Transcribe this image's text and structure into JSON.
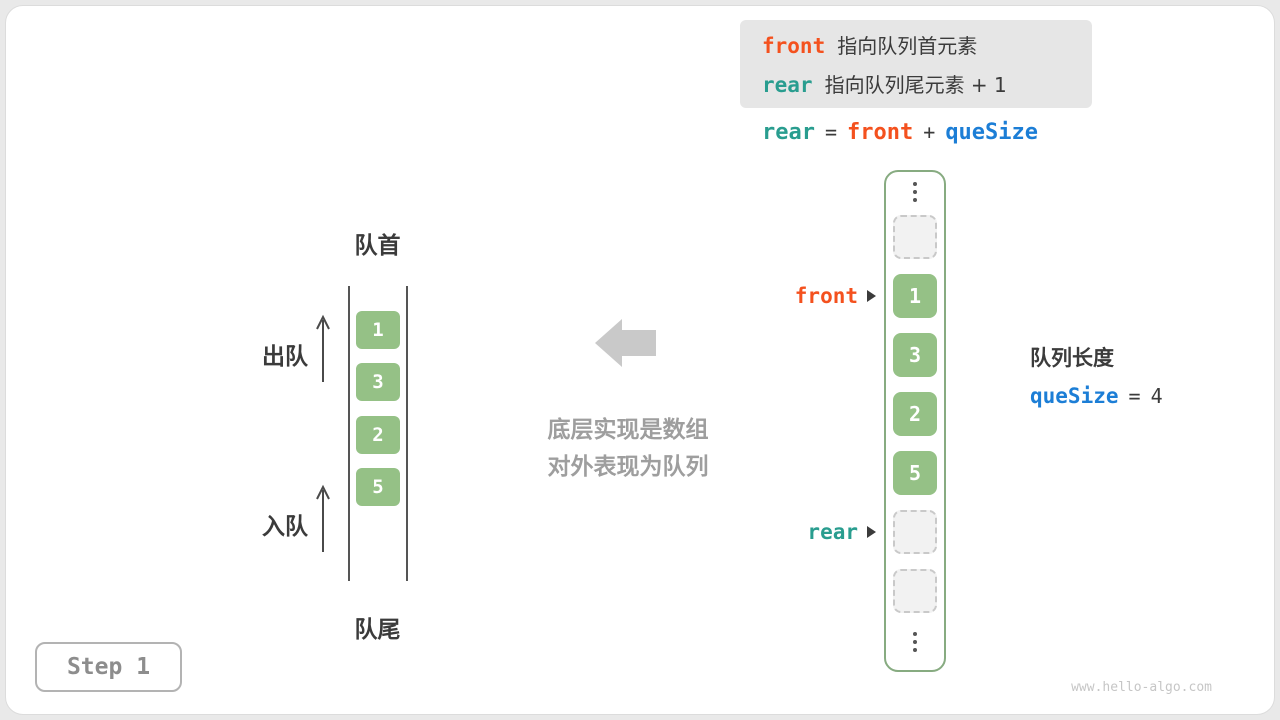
{
  "legend": {
    "line1": {
      "keyword": "front",
      "text": "指向队列首元素"
    },
    "line2": {
      "keyword": "rear",
      "text": "指向队列尾元素 + 1"
    }
  },
  "formula": {
    "lhs": "rear",
    "eq": "=",
    "mid": "front",
    "plus": "+",
    "rhs": "queSize"
  },
  "left_queue": {
    "front_label": "队首",
    "rear_label": "队尾",
    "dequeue_label": "出队",
    "enqueue_label": "入队",
    "values": [
      "1",
      "3",
      "2",
      "5"
    ]
  },
  "center": {
    "caption1": "底层实现是数组",
    "caption2": "对外表现为队列"
  },
  "array": {
    "values": [
      "1",
      "3",
      "2",
      "5"
    ],
    "front_pointer": "front",
    "rear_pointer": "rear"
  },
  "size_info": {
    "label": "队列长度",
    "var": "queSize",
    "eq": "=",
    "value": "4"
  },
  "step": {
    "label": "Step 1"
  },
  "watermark": "www.hello-algo.com",
  "colors": {
    "front_orange": "#f4511e",
    "rear_teal": "#299d8f",
    "quesize_blue": "#1c7ed6",
    "cell_green": "#95c186",
    "array_border_green": "#87ab81"
  }
}
